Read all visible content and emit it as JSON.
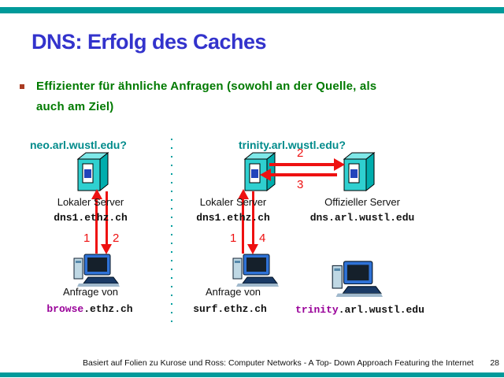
{
  "header": {
    "title": "DNS: Erfolg des Caches"
  },
  "bullet": {
    "line1": "Effizienter für ähnliche Anfragen (sowohl an der Quelle, als",
    "line2": "auch am Ziel)"
  },
  "queries": {
    "left": "neo.arl.wustl.edu?",
    "right": "trinity.arl.wustl.edu?"
  },
  "servers": {
    "col1": {
      "label": "Lokaler Server",
      "host": "dns1.ethz.ch"
    },
    "col2": {
      "label": "Lokaler Server",
      "host": "dns1.ethz.ch"
    },
    "col3": {
      "label": "Offizieller Server",
      "host": "dns.arl.wustl.edu"
    }
  },
  "clients": {
    "col1": {
      "label": "Anfrage von",
      "host_accent": "browse",
      "host_rest": ".ethz.ch"
    },
    "col2": {
      "label": "Anfrage von",
      "host_accent": "",
      "host_rest": "surf.ethz.ch"
    },
    "col3": {
      "host_accent": "trinity",
      "host_rest": ".arl.wustl.edu"
    }
  },
  "arrow_numbers": {
    "h_top": "2",
    "h_bottom": "3",
    "col1_up": "1",
    "col1_down": "2",
    "col2_up": "1",
    "col2_down": "4"
  },
  "footer": {
    "credit": "Basiert auf Folien zu Kurose und Ross: Computer Networks -  A Top- Down Approach Featuring the Internet",
    "page": "28"
  },
  "colors": {
    "template_bar": "#009a9a",
    "title_blue": "#3333cc",
    "bullet_green": "#007a00",
    "query_teal": "#008b8b",
    "arrow_red": "#ee1111",
    "hostname_accent_purple": "#990099",
    "server_teal": "#2fd0d0"
  }
}
